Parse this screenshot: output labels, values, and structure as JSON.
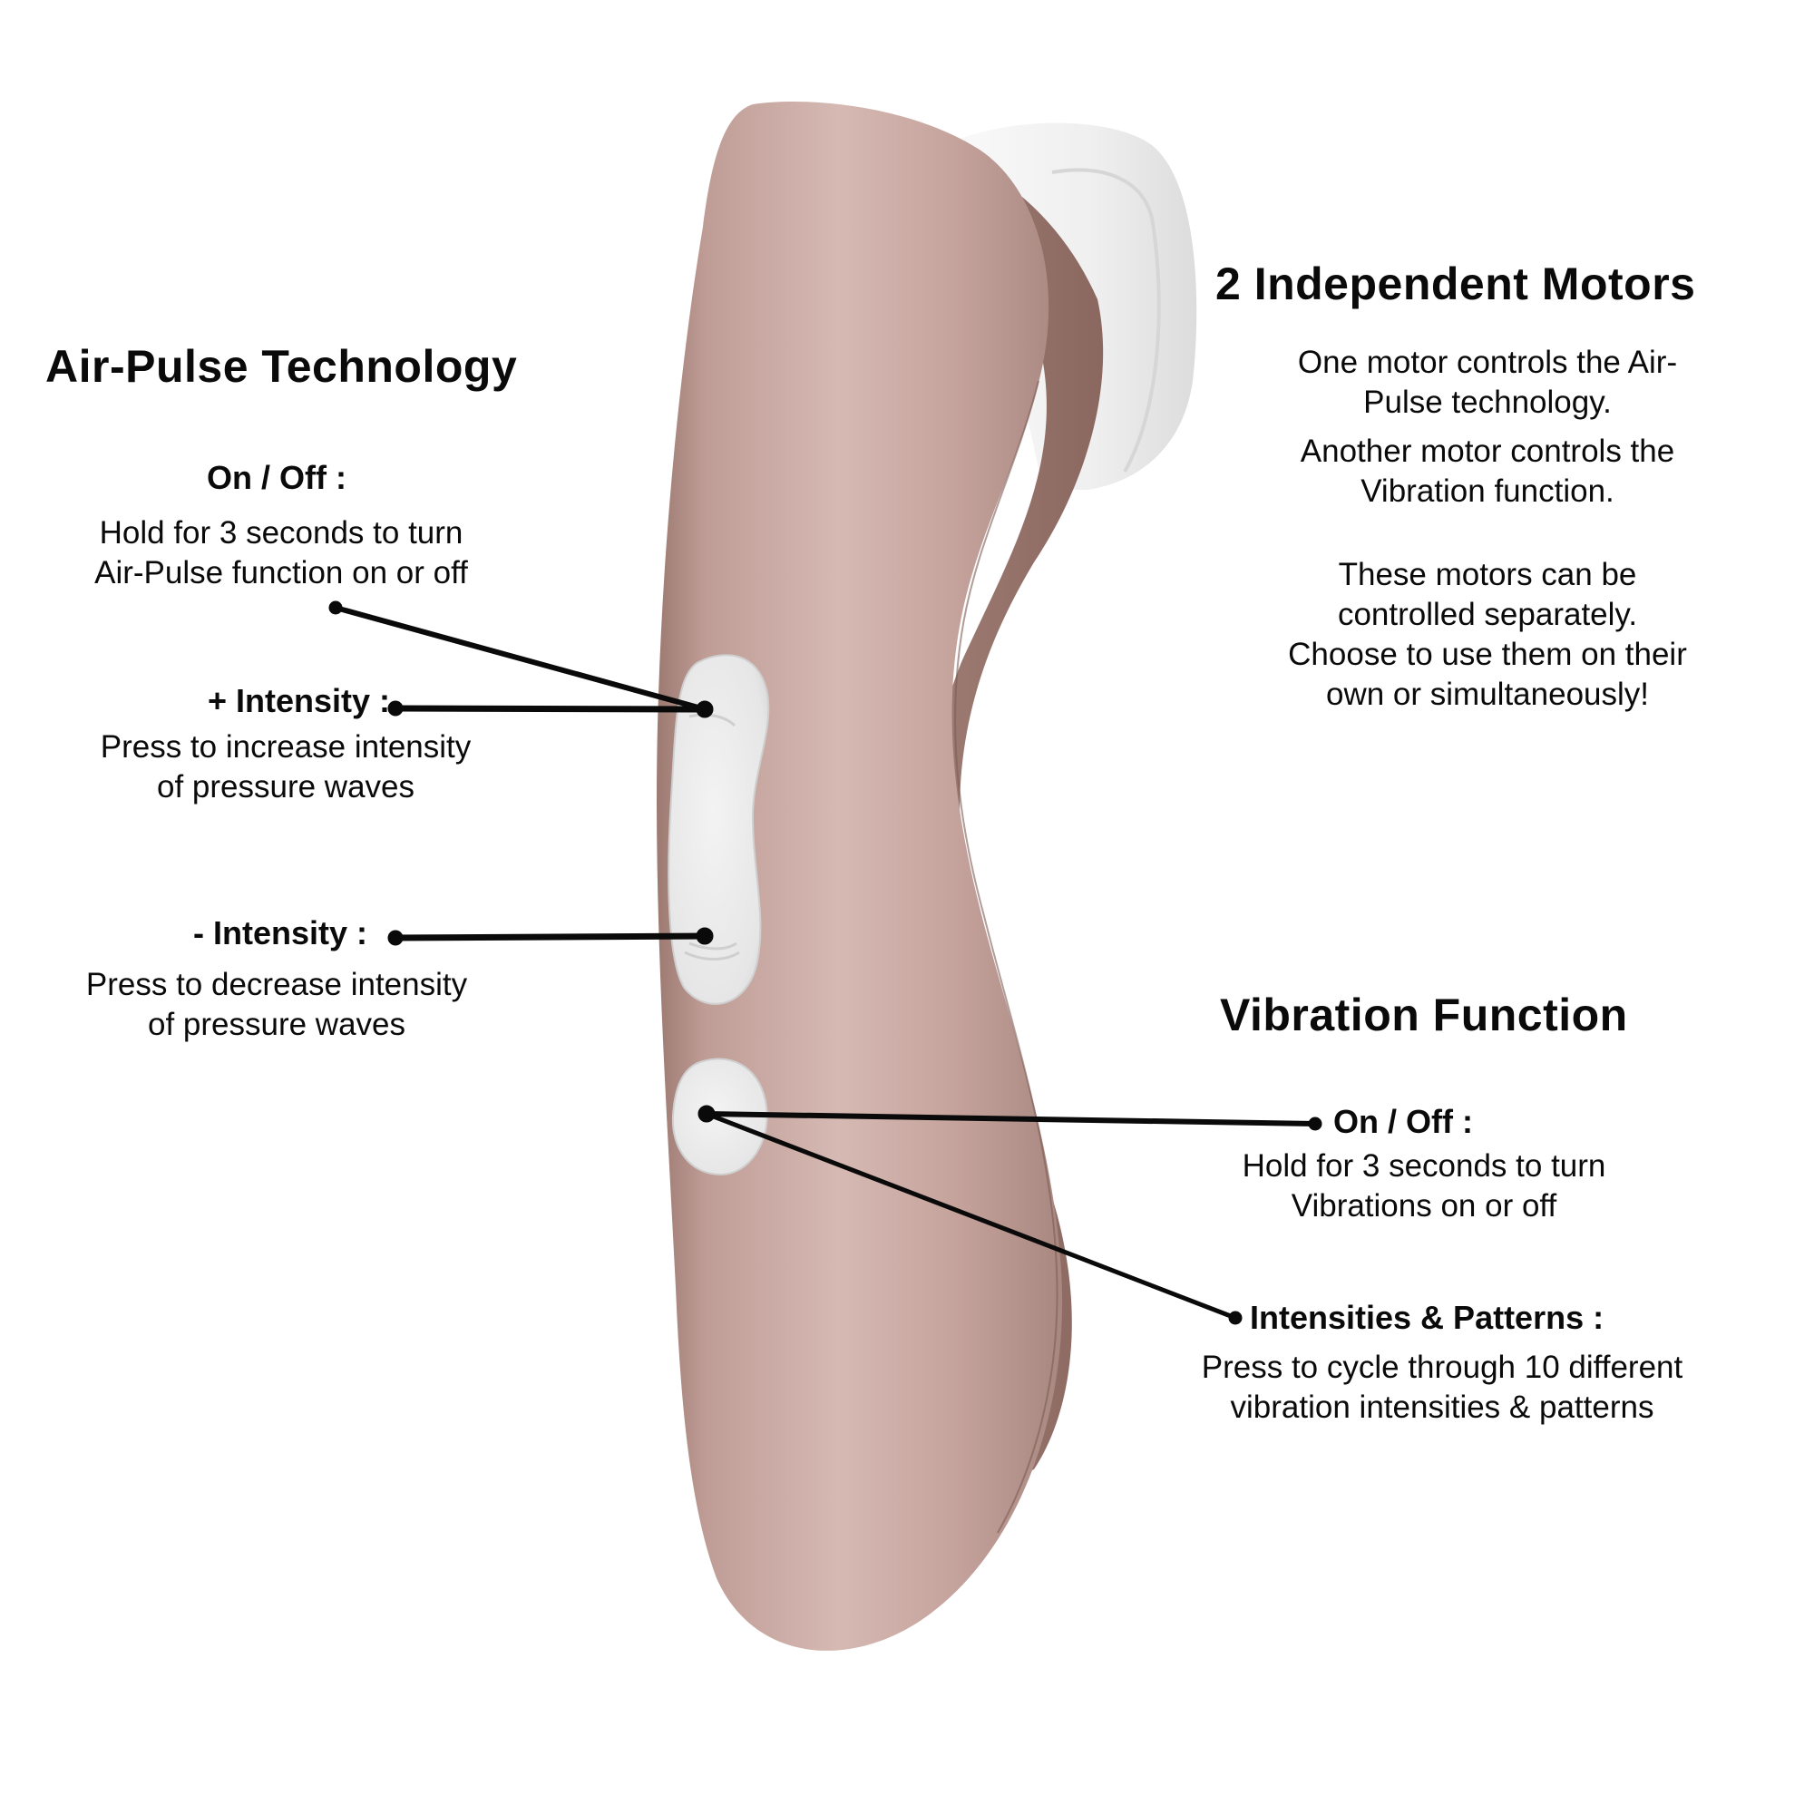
{
  "colors": {
    "background": "#ffffff",
    "body_light": "#d3b4ae",
    "body_mid": "#bf9d96",
    "body_dark": "#8f6c64",
    "button": "#ececec",
    "head_white": "#f2f2f2",
    "callout_line": "#0a0a0a"
  },
  "air_pulse": {
    "title": "Air-Pulse Technology",
    "on_off": {
      "label": "On / Off :",
      "lines": [
        "Hold for 3 seconds to turn",
        "Air-Pulse function on or off"
      ]
    },
    "plus_intensity": {
      "label": "+ Intensity :",
      "lines": [
        "Press to increase intensity",
        "of pressure waves"
      ]
    },
    "minus_intensity": {
      "label": "- Intensity :",
      "lines": [
        "Press to decrease intensity",
        "of pressure waves"
      ]
    }
  },
  "motors": {
    "title": "2 Independent Motors",
    "para1": [
      "One motor controls the Air-",
      "Pulse technology."
    ],
    "para2": [
      "Another motor controls the",
      "Vibration function."
    ],
    "para3": [
      "These motors can be",
      "controlled separately.",
      "Choose to use them on their",
      "own or simultaneously!"
    ]
  },
  "vibration": {
    "title": "Vibration Function",
    "on_off": {
      "label": "On / Off :",
      "lines": [
        "Hold for 3 seconds to turn",
        "Vibrations on or off"
      ]
    },
    "patterns": {
      "label": "Intensities & Patterns :",
      "lines": [
        "Press to cycle through 10 different",
        "vibration intensities & patterns"
      ]
    }
  }
}
